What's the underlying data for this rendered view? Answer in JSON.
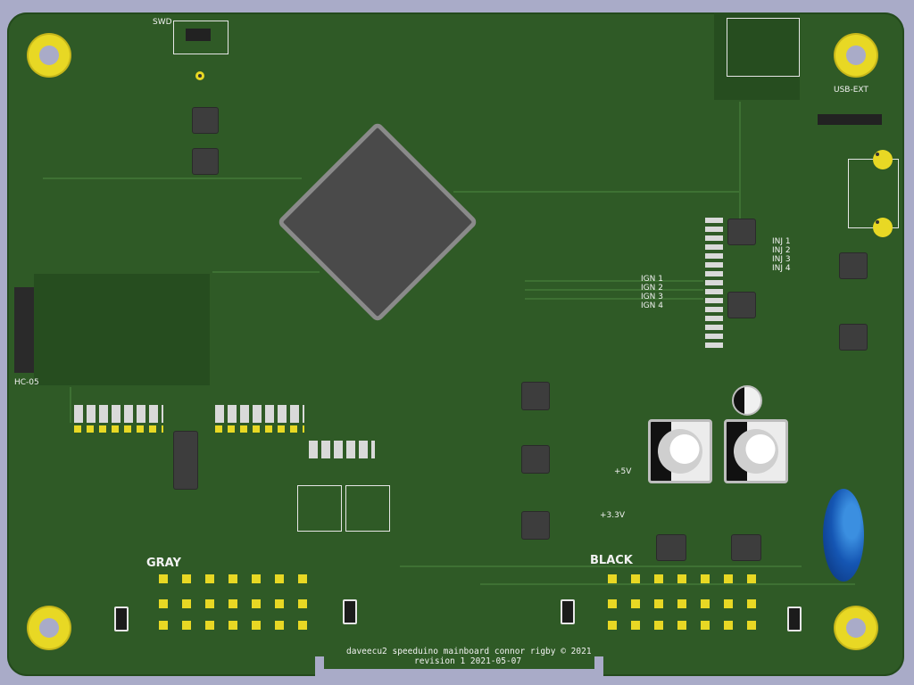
{
  "board": {
    "colors": {
      "soldermask": "#2f5a26",
      "copper_pads": "#e8d824",
      "silkscreen": "#f2f2f2",
      "background": "#a9abc8"
    }
  },
  "labels": {
    "swd": "SWD",
    "usb_ext": "USB-EXT",
    "hc05": "HC-05",
    "gray": "GRAY",
    "black": "BLACK",
    "v5": "+5V",
    "v33": "+3.3V",
    "ign": [
      "IGN 1",
      "IGN 2",
      "IGN 3",
      "IGN 4"
    ],
    "inj": [
      "INJ 1",
      "INJ 2",
      "INJ 3",
      "INJ 4"
    ],
    "footer_line1": "daveecu2 speeduino mainboard connor rigby © 2021",
    "footer_line2": "revision 1 2021-05-07"
  }
}
